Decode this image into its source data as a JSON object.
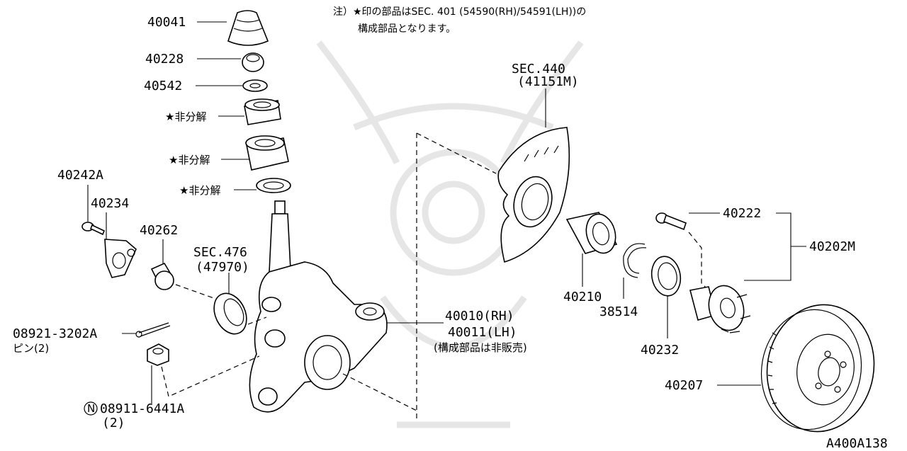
{
  "note": {
    "line1": "注）★印の部品はSEC. 401 (54590(RH)/54591(LH))の",
    "line2": "構成部品となります。"
  },
  "labels": {
    "p40041": "40041",
    "p40228": "40228",
    "p40542": "40542",
    "star1": "★非分解",
    "star2": "★非分解",
    "star3": "★非分解",
    "p40242a": "40242A",
    "p40234": "40234",
    "p40262": "40262",
    "sec476": "SEC.476",
    "sec476_ref": "(47970)",
    "p08921": "08921-3202A",
    "pin_qty": "ピン(2)",
    "p08911": "08911-6441A",
    "p08911_qty": "(2)",
    "nut_symbol": "N",
    "p40010": "40010(RH)",
    "p40011": "40011(LH)",
    "knuckle_note": "(構成部品は非販売)",
    "sec440": "SEC.440",
    "sec440_ref": "(41151M)",
    "p40210": "40210",
    "p38514": "38514",
    "p40232": "40232",
    "p40222": "40222",
    "p40202m": "40202M",
    "p40207": "40207",
    "diagram_id": "A400A138"
  }
}
